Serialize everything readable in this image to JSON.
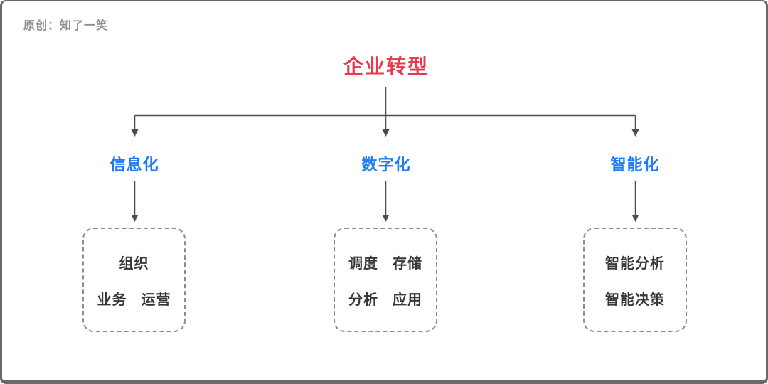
{
  "attribution": "原创：知了一笑",
  "title": "企业转型",
  "branches": [
    {
      "label": "信息化",
      "rows": [
        [
          "组织"
        ],
        [
          "业务",
          "运营"
        ]
      ]
    },
    {
      "label": "数字化",
      "rows": [
        [
          "调度",
          "存储"
        ],
        [
          "分析",
          "应用"
        ]
      ]
    },
    {
      "label": "智能化",
      "rows": [
        [
          "智能分析"
        ],
        [
          "智能决策"
        ]
      ]
    }
  ],
  "colors": {
    "title-red": "#e8384a",
    "branch-blue": "#1f7cf6",
    "line-gray": "#4d4d4d",
    "box-border-gray": "#8c8c8c",
    "box-text": "#383838",
    "attribution-gray": "#8f8f8f",
    "frame-gray": "#6a6a6a"
  }
}
